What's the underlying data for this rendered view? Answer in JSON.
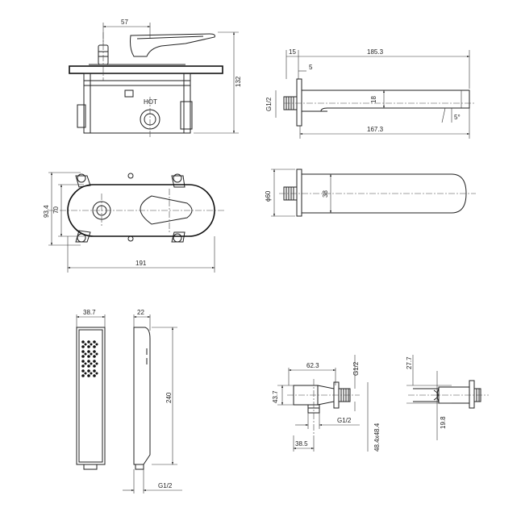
{
  "view1": {
    "dim_57": "57",
    "dim_132": "132",
    "label_hot": "HOT"
  },
  "view2": {
    "dim_15": "15",
    "dim_185": "185.3",
    "dim_5": "5",
    "dim_g12": "G1/2",
    "dim_18": "18",
    "dim_167": "167.3",
    "dim_angle": "5°"
  },
  "view3": {
    "dim_934": "93.4",
    "dim_70": "70",
    "dim_191": "191"
  },
  "view4": {
    "dim_60": "ϕ60",
    "dim_38": "38"
  },
  "view5": {
    "dim_387": "38.7",
    "dim_22": "22",
    "dim_240": "240",
    "dim_g12": "G1/2"
  },
  "view6": {
    "dim_623": "62.3",
    "dim_g12_v": "G1/2",
    "dim_437": "43.7",
    "dim_g12_h": "G1/2",
    "dim_385": "38.5",
    "dim_484": "48.4x48.4"
  },
  "view7": {
    "dim_277": "27.7",
    "dim_198": "19.8"
  },
  "colors": {
    "line": "#222222",
    "background": "#ffffff"
  }
}
